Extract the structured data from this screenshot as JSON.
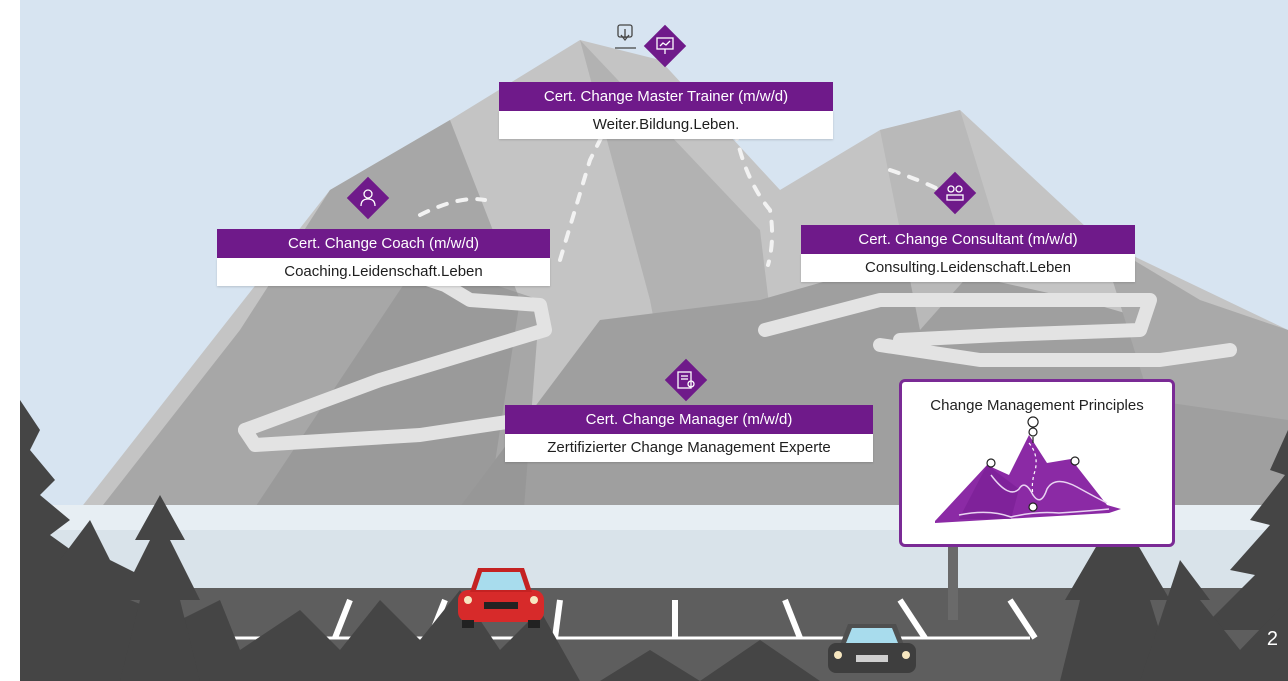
{
  "colors": {
    "sky": "#d7e4f1",
    "accent_purple": "#6f1a8a",
    "mountain_light": "#bdbdbd",
    "mountain_mid": "#9e9e9e",
    "forest": "#454545",
    "road": "#5e5e5e",
    "car_red": "#d72a2a"
  },
  "cards": {
    "trainer": {
      "title": "Cert. Change Master Trainer (m/w/d)",
      "subtitle": "Weiter.Bildung.Leben.",
      "icon": "presentation-trainer-icon"
    },
    "coach": {
      "title": "Cert. Change Coach (m/w/d)",
      "subtitle": "Coaching.Leidenschaft.Leben",
      "icon": "coach-person-icon"
    },
    "consultant": {
      "title": "Cert. Change Consultant (m/w/d)",
      "subtitle": "Consulting.Leidenschaft.Leben",
      "icon": "consultant-meeting-icon"
    },
    "manager": {
      "title": "Cert. Change Manager (m/w/d)",
      "subtitle": "Zertifizierter Change Management Experte",
      "icon": "certificate-icon"
    }
  },
  "summit_marker_icon": "summit-pin-icon",
  "billboard": {
    "title": "Change Management Principles",
    "icon": "purple-mountains-map-icon"
  },
  "page_number": "2"
}
